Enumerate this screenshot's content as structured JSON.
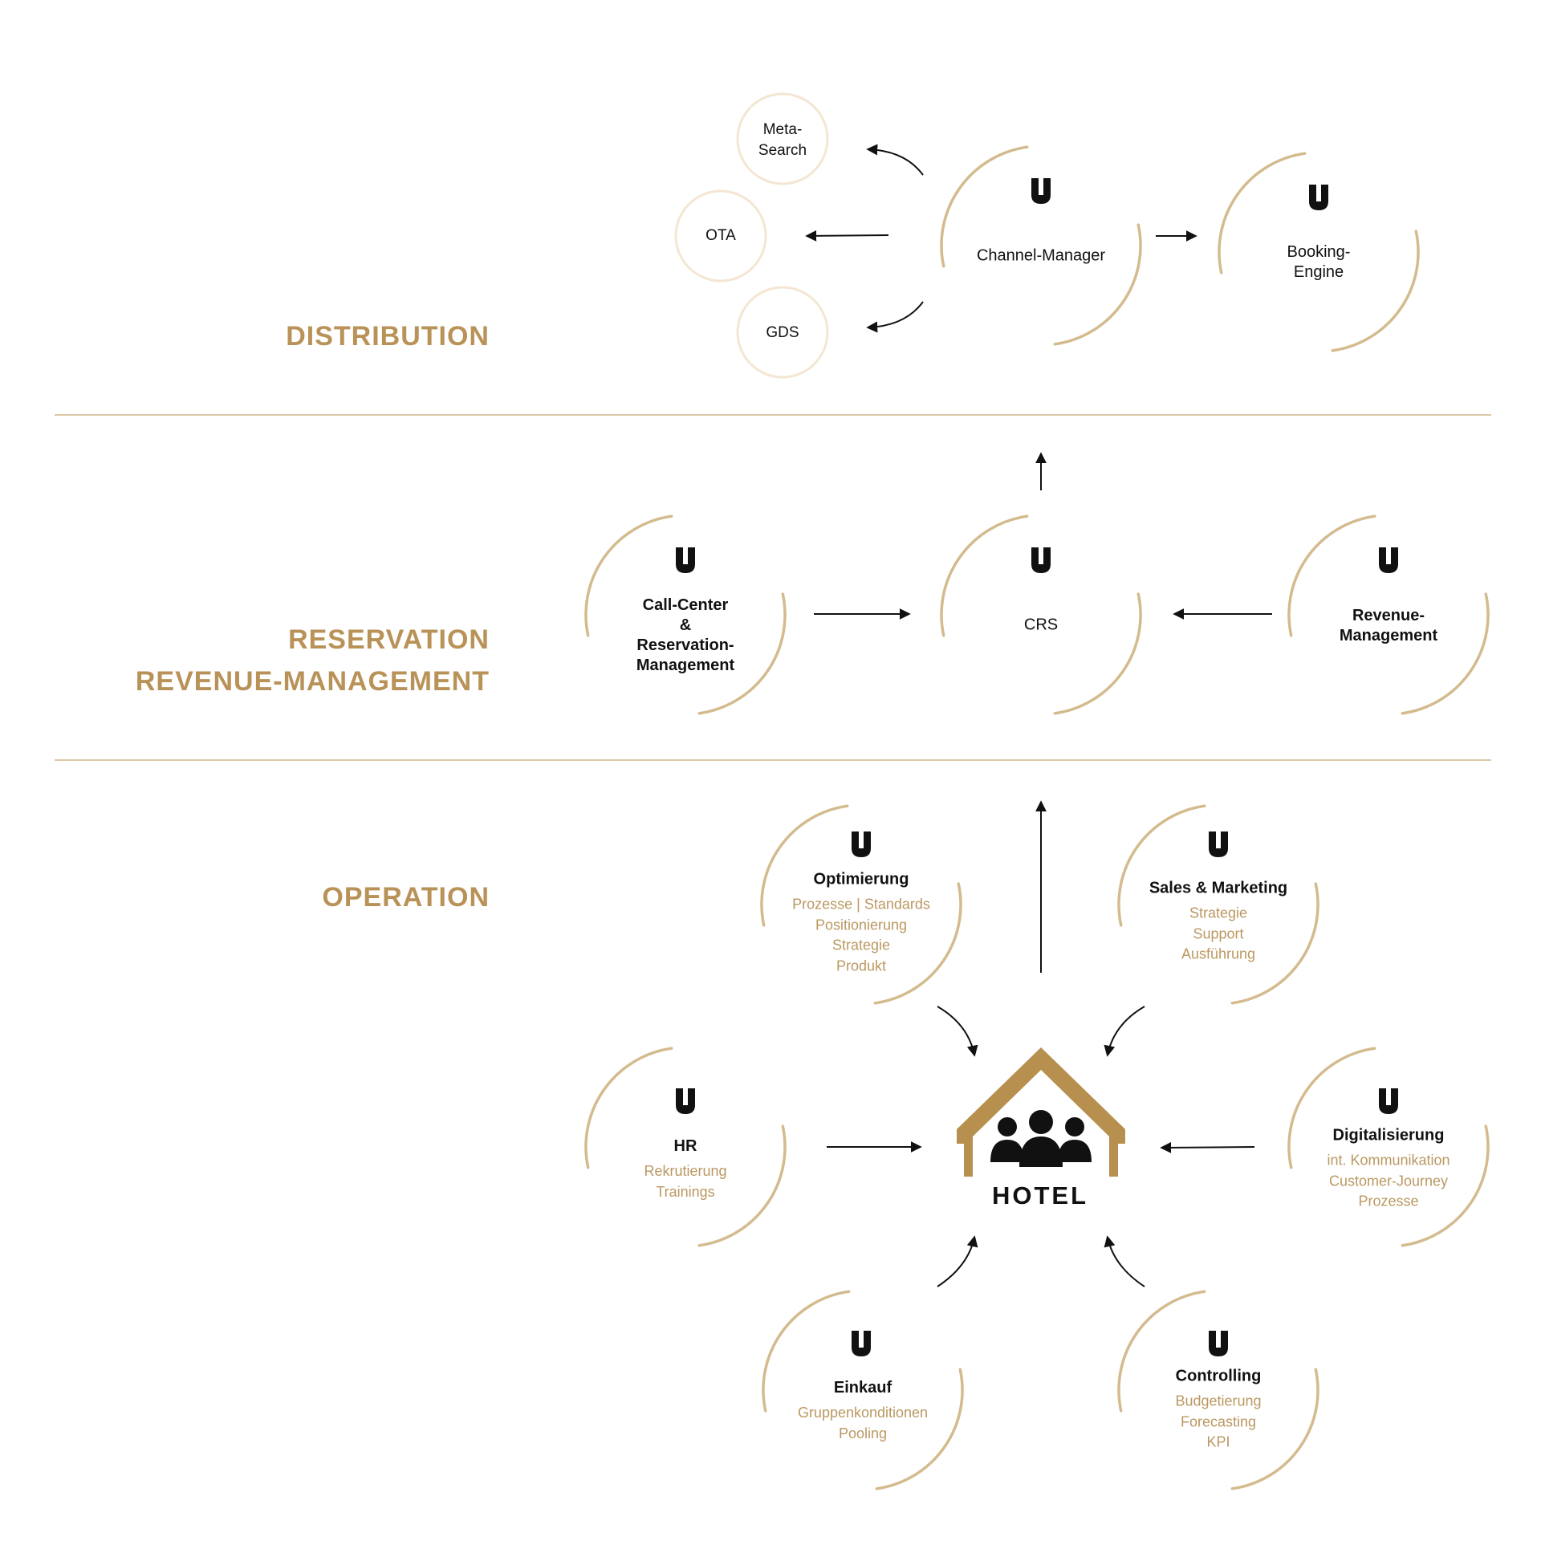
{
  "colors": {
    "gold": "#d3bb8e",
    "gold_light": "#f5ead8",
    "gold_text": "#b99258",
    "gold_sub": "#bb9862",
    "hotel_house": "#b78f4e",
    "black": "#111111"
  },
  "sections": {
    "distribution": {
      "label": "DISTRIBUTION"
    },
    "reservation": {
      "line1": "RESERVATION",
      "line2": "REVENUE-MANAGEMENT"
    },
    "operation": {
      "label": "OPERATION"
    }
  },
  "nodes": {
    "meta_search": {
      "line1": "Meta-",
      "line2": "Search"
    },
    "ota": {
      "title": "OTA"
    },
    "gds": {
      "title": "GDS"
    },
    "channel_manager": {
      "title": "Channel-Manager",
      "icon": "shield-icon"
    },
    "booking_engine": {
      "line1": "Booking-",
      "line2": "Engine",
      "icon": "shield-icon"
    },
    "call_center": {
      "line1": "Call-Center",
      "line2": "&",
      "line3": "Reservation-",
      "line4": "Management",
      "icon": "shield-icon"
    },
    "crs": {
      "title": "CRS",
      "icon": "shield-icon"
    },
    "revenue_management": {
      "line1": "Revenue-",
      "line2": "Management",
      "icon": "shield-icon"
    },
    "optimierung": {
      "title": "Optimierung",
      "subs": [
        "Prozesse | Standards",
        "Positionierung",
        "Strategie",
        "Produkt"
      ],
      "icon": "shield-icon"
    },
    "sales_marketing": {
      "title": "Sales & Marketing",
      "subs": [
        "Strategie",
        "Support",
        "Ausführung"
      ],
      "icon": "shield-icon"
    },
    "hr": {
      "title": "HR",
      "subs": [
        "Rekrutierung",
        "Trainings"
      ],
      "icon": "shield-icon"
    },
    "digitalisierung": {
      "title": "Digitalisierung",
      "subs": [
        "int. Kommunikation",
        "Customer-Journey",
        "Prozesse"
      ],
      "icon": "shield-icon"
    },
    "einkauf": {
      "title": "Einkauf",
      "subs": [
        "Gruppenkonditionen",
        "Pooling"
      ],
      "icon": "shield-icon"
    },
    "controlling": {
      "title": "Controlling",
      "subs": [
        "Budgetierung",
        "Forecasting",
        "KPI"
      ],
      "icon": "shield-icon"
    }
  },
  "hotel": {
    "label": "HOTEL",
    "icon": "people-icon"
  }
}
